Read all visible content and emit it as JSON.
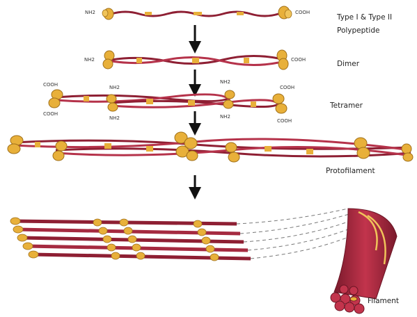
{
  "labels": {
    "type_line1": "Type I & Type II",
    "type_line2": "Polypeptide",
    "dimer": "Dimer",
    "tetramer": "Tetramer",
    "protofilament": "Protofilament",
    "filament": "Filament"
  },
  "termini": {
    "nh2": "NH2",
    "cooh": "COOH"
  },
  "colors": {
    "strand_dark": "#8e1f33",
    "strand_mid": "#b5324a",
    "strand_light": "#d45a6e",
    "domain_yellow": "#e8b03a",
    "domain_outline": "#a0701a",
    "arrow": "#111111"
  }
}
